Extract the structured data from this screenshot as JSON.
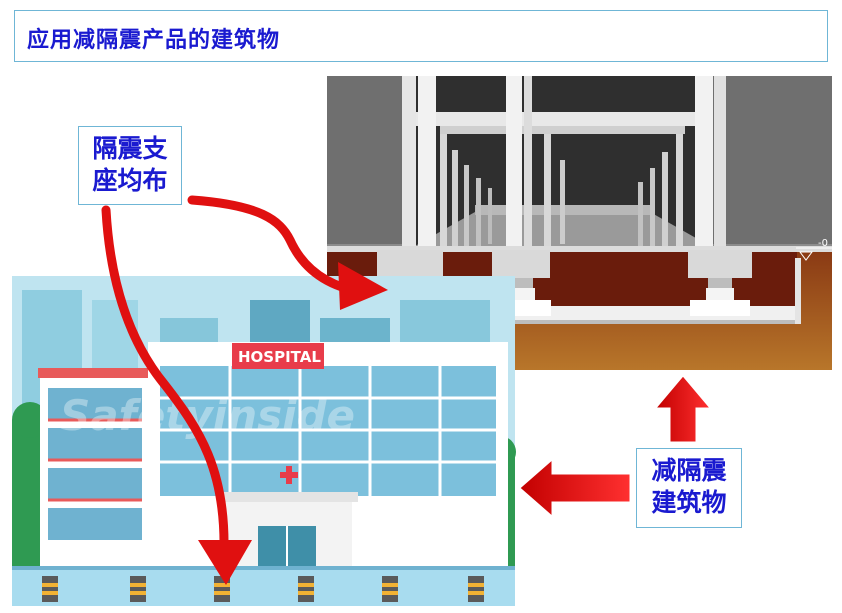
{
  "title": "应用减隔震产品的建筑物",
  "label_isolator": [
    "隔震支",
    "座均布"
  ],
  "label_building": [
    "减隔震",
    "建筑物"
  ],
  "hospital_sign": "HOSPITAL",
  "level_marker": "-0",
  "watermark": "Safetyinside",
  "colors": {
    "title": "#1a1ad0",
    "arrow_red": "#e01010",
    "box_border": "#6fb6d6"
  }
}
